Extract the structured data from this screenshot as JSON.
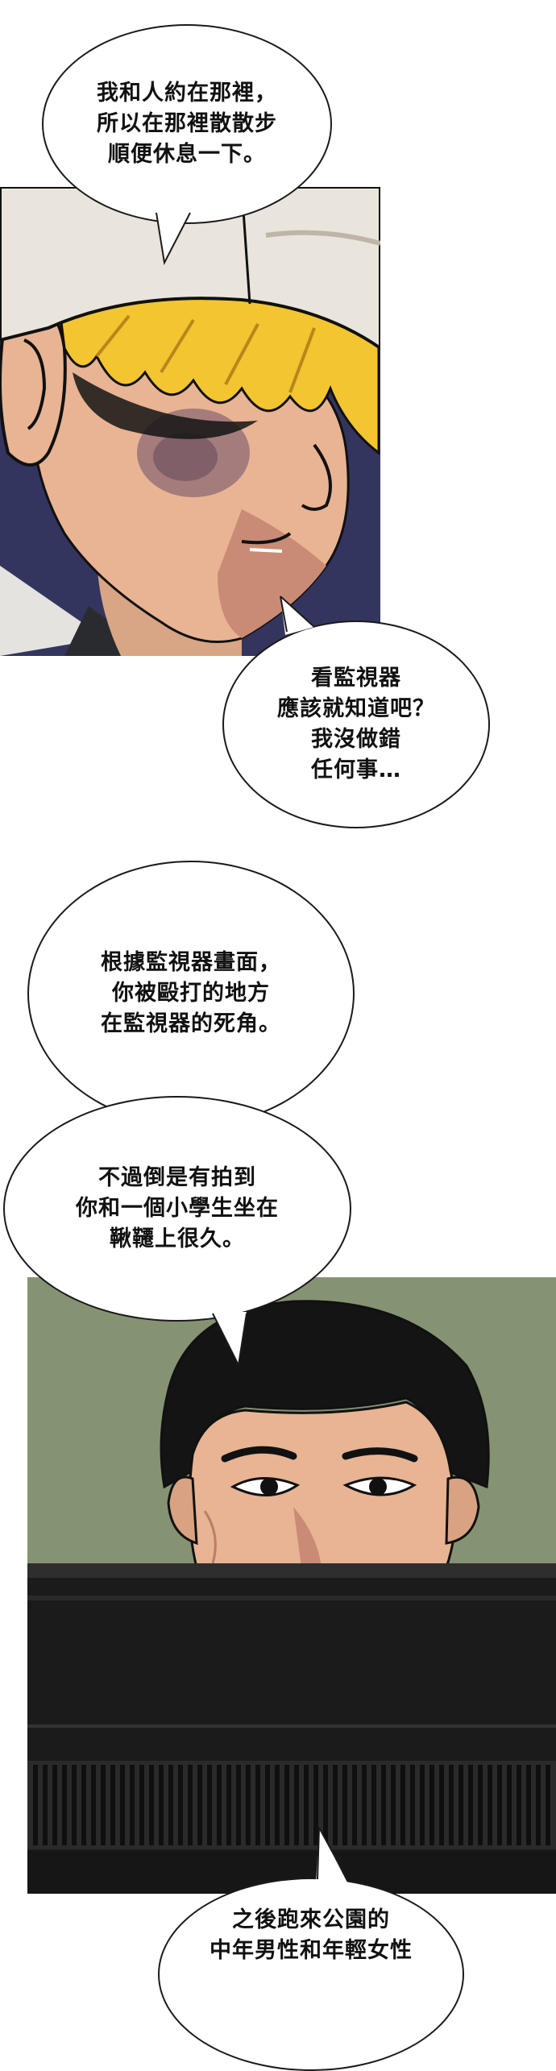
{
  "bubbles": [
    {
      "id": "bubble-1",
      "lines": [
        "我和人約在那裡，",
        "所以在那裡散散步",
        "順便休息一下。"
      ]
    },
    {
      "id": "bubble-2",
      "lines": [
        "看監視器",
        "應該就知道吧？",
        "我沒做錯",
        "任何事…"
      ]
    },
    {
      "id": "bubble-3",
      "lines": [
        "根據監視器畫面，",
        "你被毆打的地方",
        "在監視器的死角。"
      ]
    },
    {
      "id": "bubble-4",
      "lines": [
        "不過倒是有拍到",
        "你和一個小學生坐在",
        "鞦韆上很久。"
      ]
    },
    {
      "id": "bubble-5",
      "lines": [
        "之後跑來公園的",
        "中年男性和年輕女性"
      ]
    }
  ],
  "colors": {
    "skin": "#e8b493",
    "skin_shadow": "#b97d6b",
    "hair_blond": "#f2c531",
    "hair_dark": "#141414",
    "cap": "#e9e4dc",
    "bg_navy": "#33355e",
    "bg_green": "#7d8c6c",
    "monitor": "#1b1b1b",
    "outline": "#111111"
  }
}
